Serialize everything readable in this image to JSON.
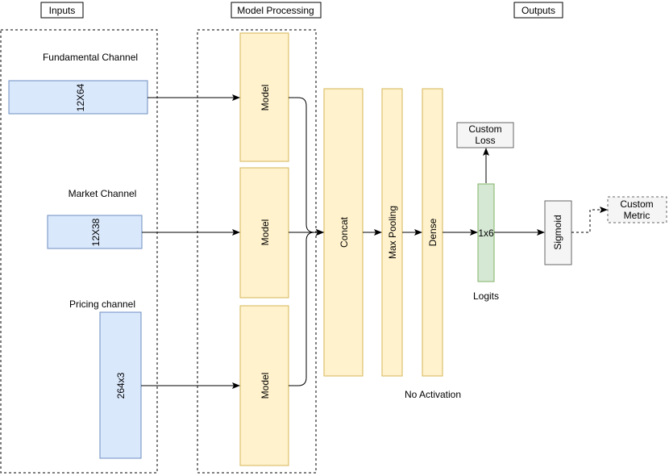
{
  "sections": {
    "inputs": "Inputs",
    "processing": "Model Processing",
    "outputs": "Outputs"
  },
  "channels": {
    "fundamental": {
      "label": "Fundamental Channel",
      "shape": "12X64"
    },
    "market": {
      "label": "Market Channel",
      "shape": "12X38"
    },
    "pricing": {
      "label": "Pricing channel",
      "shape": "264x3"
    }
  },
  "models": [
    "Model",
    "Model",
    "Model"
  ],
  "layers": {
    "concat": "Concat",
    "maxpool": "Max Pooling",
    "dense": "Dense",
    "logits_shape": "1x6",
    "logits_caption": "Logits",
    "no_activation": "No Activation",
    "sigmoid": "Sigmoid",
    "custom_loss_line1": "Custom",
    "custom_loss_line2": "Loss",
    "custom_metric_line1": "Custom",
    "custom_metric_line2": "Metric"
  },
  "colors": {
    "input_fill": "#dae8fc",
    "input_stroke": "#6c8ebf",
    "model_fill": "#fff2cc",
    "model_stroke": "#d6b656",
    "logits_fill": "#d5e8d4",
    "logits_stroke": "#82b366",
    "gray_fill": "#f5f5f5",
    "gray_stroke": "#666666"
  }
}
